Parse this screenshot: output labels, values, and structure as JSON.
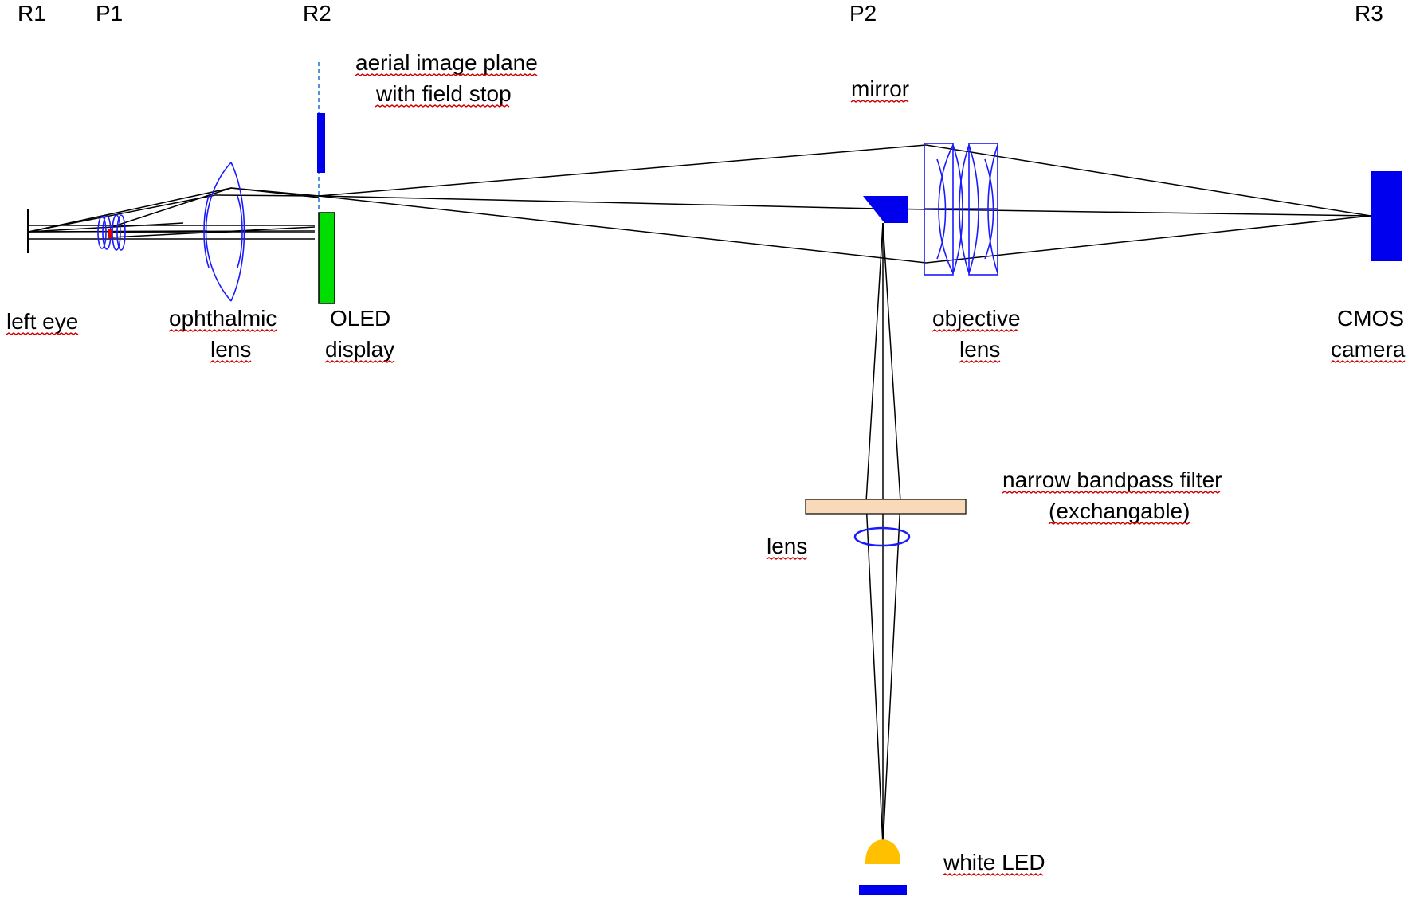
{
  "diagram": {
    "plane_labels": {
      "r1": "R1",
      "p1": "P1",
      "r2": "R2",
      "p2": "P2",
      "r3": "R3"
    },
    "components": {
      "aerial_line1": "aerial image plane",
      "aerial_line2": "with field stop",
      "mirror": "mirror",
      "left_eye": "left eye",
      "ophthalmic_line1": "ophthalmic",
      "ophthalmic_line2": "lens",
      "oled_line1": "OLED",
      "oled_line2": "display",
      "objective_line1": "objective",
      "objective_line2": "lens",
      "cmos_line1": "CMOS",
      "cmos_line2": "camera",
      "filter_line1": "narrow bandpass filter",
      "filter_line2": "(exchangable)",
      "lens": "lens",
      "led": "white LED"
    },
    "colors": {
      "ray": "#000000",
      "lens_outline": "#1a1aff",
      "solid_blue": "#0000ee",
      "oled_green": "#00dd00",
      "filter_fill": "#f8d9b8",
      "led_fill": "#ffc000",
      "spellcheck": "#d00000"
    }
  }
}
